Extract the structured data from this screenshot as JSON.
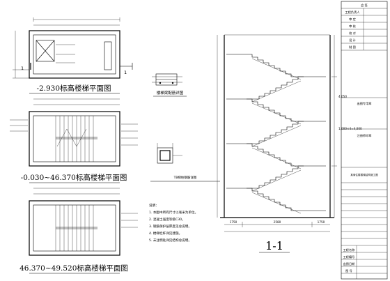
{
  "plans": [
    {
      "title": "-2.930标高楼梯平面图"
    },
    {
      "title": "-0.030~46.370标高楼梯平面图"
    },
    {
      "title": "46.370~49.520标高楼梯平面图"
    }
  ],
  "section": {
    "title": "1-1",
    "right_labels": [
      "4.050",
      "1,000×4=4,000"
    ],
    "bottom_labels": [
      "1750",
      "2580",
      "1750"
    ]
  },
  "section_marks": [
    "1",
    "1"
  ],
  "detail": {
    "title": "楼梯梁配筋详图",
    "node_title": "TB梯柱钢筋详图"
  },
  "notes": {
    "lines": [
      "说明：",
      "1. 本图中所有尺寸以毫米为单位。",
      "2. 混凝土强度等级C30。",
      "3. 钢筋保护层厚度见总说明。",
      "4. 楼梯栏杆详见建施。",
      "5. 未注明处详见结构总说明。"
    ]
  },
  "title_block": {
    "top_rows": [
      "会 签",
      "工程负责人",
      "审 定",
      "审 核",
      "校 对",
      "设 计",
      "制 图"
    ],
    "stamp1": "出图专用章",
    "stamp2": "注册师印章",
    "project": "某商住楼楼梯结构施工图",
    "bottom_rows": [
      "工程名称",
      "工程编号",
      "出图日期",
      "图 号"
    ]
  }
}
